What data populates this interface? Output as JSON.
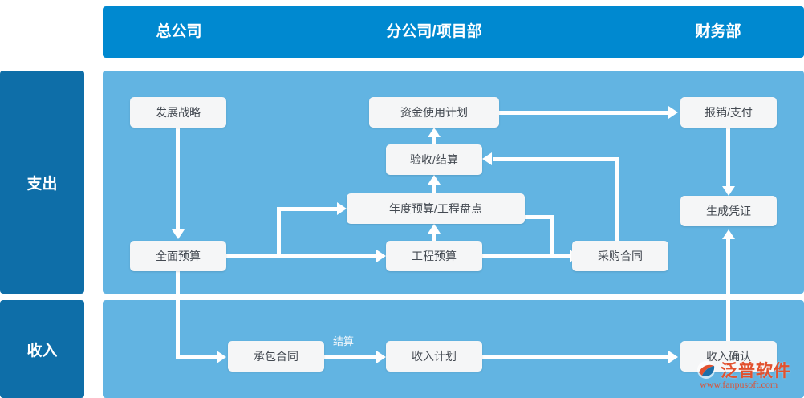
{
  "header": {
    "columns": [
      {
        "label": "总公司"
      },
      {
        "label": "分公司/项目部"
      },
      {
        "label": "财务部"
      }
    ],
    "background": "#0089d0"
  },
  "sidebar": {
    "sections": [
      {
        "label": "支出"
      },
      {
        "label": "收入"
      }
    ],
    "background": "#0e6ea8"
  },
  "panels": {
    "background": "#62b4e2"
  },
  "nodes": {
    "expense": [
      {
        "id": "fazhan-zhanlue",
        "label": "发展战略"
      },
      {
        "id": "quanmian-yusuan",
        "label": "全面预算"
      },
      {
        "id": "zijin-shiyong-jihua",
        "label": "资金使用计划"
      },
      {
        "id": "yanshou-jiesuan",
        "label": "验收/结算"
      },
      {
        "id": "niandu-yusuan-gongcheng-pandian",
        "label": "年度预算/工程盘点"
      },
      {
        "id": "gongcheng-yusuan",
        "label": "工程预算"
      },
      {
        "id": "caigou-hetong",
        "label": "采购合同"
      },
      {
        "id": "baoxiao-zhifu",
        "label": "报销/支付"
      },
      {
        "id": "shengcheng-pingzheng",
        "label": "生成凭证"
      }
    ],
    "income": [
      {
        "id": "chengbao-hetong",
        "label": "承包合同"
      },
      {
        "id": "shouru-jihua",
        "label": "收入计划"
      },
      {
        "id": "shouru-queren",
        "label": "收入确认"
      }
    ]
  },
  "edge_labels": [
    {
      "id": "jiesuan",
      "label": "结算"
    }
  ],
  "watermark": {
    "brand": "泛普软件",
    "url": "www.fanpusoft.com",
    "color": "#e2512e"
  },
  "node_box": {
    "fill": "#f5f6f7",
    "text_color": "#444a52"
  },
  "connector_color": "#ffffff"
}
